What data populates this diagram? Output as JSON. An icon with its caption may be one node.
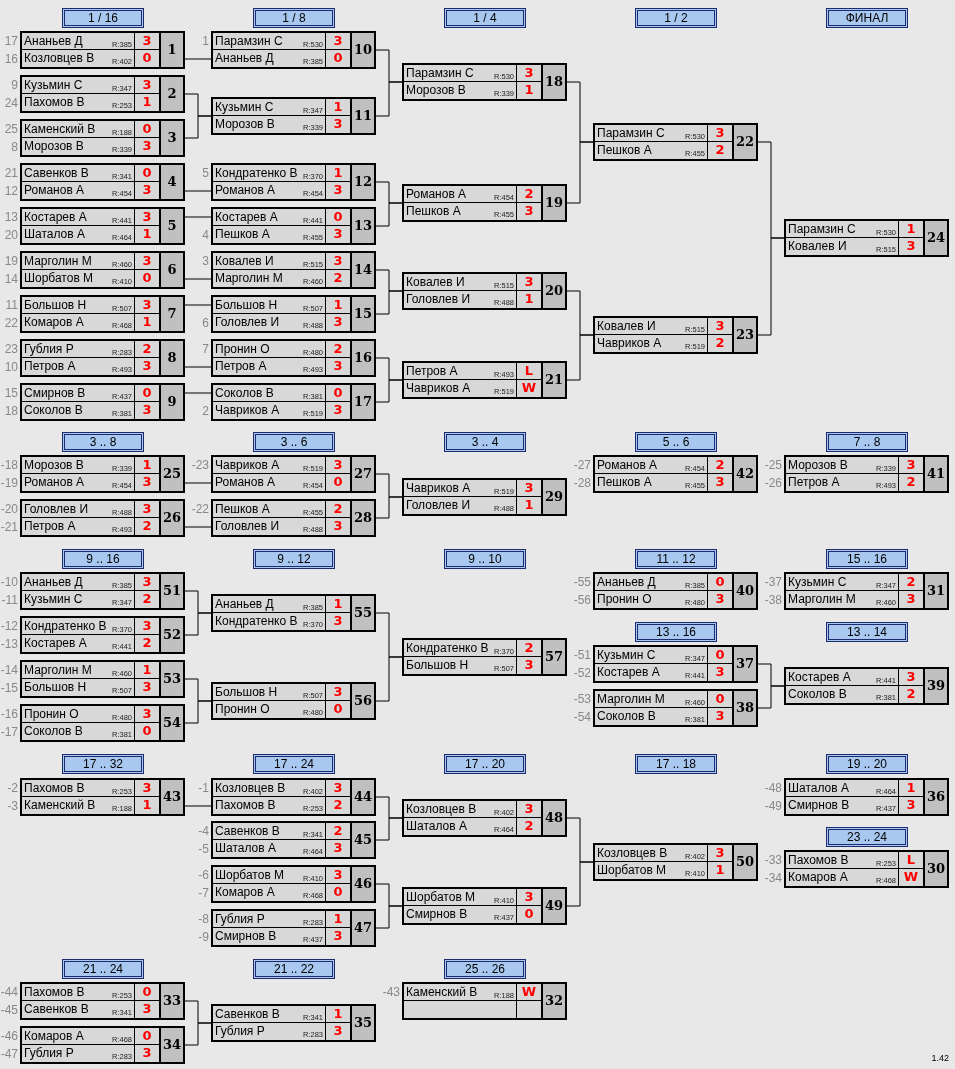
{
  "diagram": {
    "nodes": [
      {
        "text": [
          "1 / 16"
        ]
      },
      {
        "text": [
          "1 / 8"
        ]
      },
      {
        "text": [
          "1 / 4"
        ]
      },
      {
        "text": [
          "1 / 2"
        ]
      },
      {
        "text": [
          "ФИНАЛ"
        ]
      },
      {
        "text": [
          "Ананьев Д",
          "R:385",
          "3",
          "Козловцев В",
          "R:402",
          "0",
          "1"
        ],
        "beside": [
          "17",
          "16"
        ]
      },
      {
        "text": [
          "Кузьмин С",
          "R:347",
          "3",
          "Пахомов В",
          "R:253",
          "1",
          "2"
        ],
        "beside": [
          "9",
          "24"
        ]
      },
      {
        "text": [
          "Каменский В",
          "R:188",
          "0",
          "Морозов В",
          "R:339",
          "3",
          "3"
        ],
        "beside": [
          "25",
          "8"
        ]
      },
      {
        "text": [
          "Савенков В",
          "R:341",
          "0",
          "Романов А",
          "R:454",
          "3",
          "4"
        ],
        "beside": [
          "21",
          "12"
        ]
      },
      {
        "text": [
          "Костарев А",
          "R:441",
          "3",
          "Шаталов А",
          "R:464",
          "1",
          "5"
        ],
        "beside": [
          "13",
          "20"
        ]
      },
      {
        "text": [
          "Марголин М",
          "R:460",
          "3",
          "Шорбатов М",
          "R:410",
          "0",
          "6"
        ],
        "beside": [
          "19",
          "14"
        ]
      },
      {
        "text": [
          "Большов Н",
          "R:507",
          "3",
          "Комаров А",
          "R:468",
          "1",
          "7"
        ],
        "beside": [
          "11",
          "22"
        ]
      },
      {
        "text": [
          "Гублия Р",
          "R:283",
          "2",
          "Петров А",
          "R:493",
          "3",
          "8"
        ],
        "beside": [
          "23",
          "10"
        ]
      },
      {
        "text": [
          "Смирнов В",
          "R:437",
          "0",
          "Соколов В",
          "R:381",
          "3",
          "9"
        ],
        "beside": [
          "15",
          "18"
        ]
      },
      {
        "text": [
          "Парамзин С",
          "R:530",
          "3",
          "Ананьев Д",
          "R:385",
          "0",
          "10"
        ],
        "beside": [
          "1"
        ]
      },
      {
        "text": [
          "Кузьмин С",
          "R:347",
          "1",
          "Морозов В",
          "R:339",
          "3",
          "11"
        ]
      },
      {
        "text": [
          "Кондратенко В",
          "R:370",
          "1",
          "Романов А",
          "R:454",
          "3",
          "12"
        ],
        "beside": [
          "5"
        ]
      },
      {
        "text": [
          "Костарев А",
          "R:441",
          "0",
          "Пешков А",
          "R:455",
          "3",
          "13"
        ],
        "beside": [
          "4"
        ]
      },
      {
        "text": [
          "Ковалев И",
          "R:515",
          "3",
          "Марголин М",
          "R:460",
          "2",
          "14"
        ],
        "beside": [
          "3"
        ]
      },
      {
        "text": [
          "Большов Н",
          "R:507",
          "1",
          "Головлев И",
          "R:488",
          "3",
          "15"
        ],
        "beside": [
          "6"
        ]
      },
      {
        "text": [
          "Пронин О",
          "R:480",
          "2",
          "Петров А",
          "R:493",
          "3",
          "16"
        ],
        "beside": [
          "7"
        ]
      },
      {
        "text": [
          "Соколов В",
          "R:381",
          "0",
          "Чавриков А",
          "R:519",
          "3",
          "17"
        ],
        "beside": [
          "2"
        ]
      },
      {
        "text": [
          "Парамзин С",
          "R:530",
          "3",
          "Морозов В",
          "R:339",
          "1",
          "18"
        ]
      },
      {
        "text": [
          "Романов А",
          "R:454",
          "2",
          "Пешков А",
          "R:455",
          "3",
          "19"
        ]
      },
      {
        "text": [
          "Ковалев И",
          "R:515",
          "3",
          "Головлев И",
          "R:488",
          "1",
          "20"
        ]
      },
      {
        "text": [
          "Петров А",
          "R:493",
          "L",
          "Чавриков А",
          "R:519",
          "W",
          "21"
        ]
      },
      {
        "text": [
          "Парамзин С",
          "R:530",
          "3",
          "Пешков А",
          "R:455",
          "2",
          "22"
        ]
      },
      {
        "text": [
          "Ковалев И",
          "R:515",
          "3",
          "Чавриков А",
          "R:519",
          "2",
          "23"
        ]
      },
      {
        "text": [
          "Парамзин С",
          "R:530",
          "1",
          "Ковалев И",
          "R:515",
          "3",
          "24"
        ]
      },
      {
        "text": [
          "3 .. 8"
        ]
      },
      {
        "text": [
          "3 .. 6"
        ]
      },
      {
        "text": [
          "3 .. 4"
        ]
      },
      {
        "text": [
          "5 .. 6"
        ]
      },
      {
        "text": [
          "7 .. 8"
        ]
      },
      {
        "text": [
          "Морозов В",
          "R:339",
          "1",
          "Романов А",
          "R:454",
          "3",
          "25"
        ],
        "beside": [
          "-18",
          "-19"
        ]
      },
      {
        "text": [
          "Головлев И",
          "R:488",
          "3",
          "Петров А",
          "R:493",
          "2",
          "26"
        ],
        "beside": [
          "-20",
          "-21"
        ]
      },
      {
        "text": [
          "Чавриков А",
          "R:519",
          "3",
          "Романов А",
          "R:454",
          "0",
          "27"
        ],
        "beside": [
          "-23"
        ]
      },
      {
        "text": [
          "Пешков А",
          "R:455",
          "2",
          "Головлев И",
          "R:488",
          "3",
          "28"
        ],
        "beside": [
          "-22"
        ]
      },
      {
        "text": [
          "Чавриков А",
          "R:519",
          "3",
          "Головлев И",
          "R:488",
          "1",
          "29"
        ]
      },
      {
        "text": [
          "Романов А",
          "R:454",
          "2",
          "Пешков А",
          "R:455",
          "3",
          "42"
        ],
        "beside": [
          "-27",
          "-28"
        ]
      },
      {
        "text": [
          "Морозов В",
          "R:339",
          "3",
          "Петров А",
          "R:493",
          "2",
          "41"
        ],
        "beside": [
          "-25",
          "-26"
        ]
      },
      {
        "text": [
          "9 .. 16"
        ]
      },
      {
        "text": [
          "9 .. 12"
        ]
      },
      {
        "text": [
          "9 .. 10"
        ]
      },
      {
        "text": [
          "11 .. 12"
        ]
      },
      {
        "text": [
          "15 .. 16"
        ]
      },
      {
        "text": [
          "Ананьев Д",
          "R:385",
          "3",
          "Кузьмин С",
          "R:347",
          "2",
          "51"
        ],
        "beside": [
          "-10",
          "-11"
        ]
      },
      {
        "text": [
          "Кондратенко В",
          "R:370",
          "3",
          "Костарев А",
          "R:441",
          "2",
          "52"
        ],
        "beside": [
          "-12",
          "-13"
        ]
      },
      {
        "text": [
          "Марголин М",
          "R:460",
          "1",
          "Большов Н",
          "R:507",
          "3",
          "53"
        ],
        "beside": [
          "-14",
          "-15"
        ]
      },
      {
        "text": [
          "Пронин О",
          "R:480",
          "3",
          "Соколов В",
          "R:381",
          "0",
          "54"
        ],
        "beside": [
          "-16",
          "-17"
        ]
      },
      {
        "text": [
          "Ананьев Д",
          "R:385",
          "1",
          "Кондратенко В",
          "R:370",
          "3",
          "55"
        ]
      },
      {
        "text": [
          "Большов Н",
          "R:507",
          "3",
          "Пронин О",
          "R:480",
          "0",
          "56"
        ]
      },
      {
        "text": [
          "Кондратенко В",
          "R:370",
          "2",
          "Большов Н",
          "R:507",
          "3",
          "57"
        ]
      },
      {
        "text": [
          "Ананьев Д",
          "R:385",
          "0",
          "Пронин О",
          "R:480",
          "3",
          "40"
        ],
        "beside": [
          "-55",
          "-56"
        ]
      },
      {
        "text": [
          "Кузьмин С",
          "R:347",
          "2",
          "Марголин М",
          "R:460",
          "3",
          "31"
        ],
        "beside": [
          "-37",
          "-38"
        ]
      },
      {
        "text": [
          "13 .. 16"
        ]
      },
      {
        "text": [
          "13 .. 14"
        ]
      },
      {
        "text": [
          "Кузьмин С",
          "R:347",
          "0",
          "Костарев А",
          "R:441",
          "3",
          "37"
        ],
        "beside": [
          "-51",
          "-52"
        ]
      },
      {
        "text": [
          "Марголин М",
          "R:460",
          "0",
          "Соколов В",
          "R:381",
          "3",
          "38"
        ],
        "beside": [
          "-53",
          "-54"
        ]
      },
      {
        "text": [
          "Костарев А",
          "R:441",
          "3",
          "Соколов В",
          "R:381",
          "2",
          "39"
        ]
      },
      {
        "text": [
          "17 .. 32"
        ]
      },
      {
        "text": [
          "17 .. 24"
        ]
      },
      {
        "text": [
          "17 .. 20"
        ]
      },
      {
        "text": [
          "17 .. 18"
        ]
      },
      {
        "text": [
          "19 .. 20"
        ]
      },
      {
        "text": [
          "Пахомов В",
          "R:253",
          "3",
          "Каменский В",
          "R:188",
          "1",
          "43"
        ],
        "beside": [
          "-2",
          "-3"
        ]
      },
      {
        "text": [
          "Козловцев В",
          "R:402",
          "3",
          "Пахомов В",
          "R:253",
          "2",
          "44"
        ],
        "beside": [
          "-1"
        ]
      },
      {
        "text": [
          "Савенков В",
          "R:341",
          "2",
          "Шаталов А",
          "R:464",
          "3",
          "45"
        ],
        "beside": [
          "-4",
          "-5"
        ]
      },
      {
        "text": [
          "Шорбатов М",
          "R:410",
          "3",
          "Комаров А",
          "R:468",
          "0",
          "46"
        ],
        "beside": [
          "-6",
          "-7"
        ]
      },
      {
        "text": [
          "Гублия Р",
          "R:283",
          "1",
          "Смирнов В",
          "R:437",
          "3",
          "47"
        ],
        "beside": [
          "-8",
          "-9"
        ]
      },
      {
        "text": [
          "Козловцев В",
          "R:402",
          "3",
          "Шаталов А",
          "R:464",
          "2",
          "48"
        ]
      },
      {
        "text": [
          "Шорбатов М",
          "R:410",
          "3",
          "Смирнов В",
          "R:437",
          "0",
          "49"
        ]
      },
      {
        "text": [
          "Козловцев В",
          "R:402",
          "3",
          "Шорбатов М",
          "R:410",
          "1",
          "50"
        ]
      },
      {
        "text": [
          "Шаталов А",
          "R:464",
          "1",
          "Смирнов В",
          "R:437",
          "3",
          "36"
        ],
        "beside": [
          "-48",
          "-49"
        ]
      },
      {
        "text": [
          "23 .. 24"
        ]
      },
      {
        "text": [
          "Пахомов В",
          "R:253",
          "L",
          "Комаров А",
          "R:468",
          "W",
          "30"
        ],
        "beside": [
          "-33",
          "-34"
        ]
      },
      {
        "text": [
          "21 .. 24"
        ]
      },
      {
        "text": [
          "21 .. 22"
        ]
      },
      {
        "text": [
          "25 .. 26"
        ]
      },
      {
        "text": [
          "Пахомов В",
          "R:253",
          "0",
          "Савенков В",
          "R:341",
          "3",
          "33"
        ],
        "beside": [
          "-44",
          "-45"
        ]
      },
      {
        "text": [
          "Комаров А",
          "R:468",
          "0",
          "Гублия Р",
          "R:283",
          "3",
          "34"
        ],
        "beside": [
          "-46",
          "-47"
        ]
      },
      {
        "text": [
          "Савенков В",
          "R:341",
          "1",
          "Гублия Р",
          "R:283",
          "3",
          "35"
        ]
      },
      {
        "text": [
          "Каменский В",
          "R:188",
          "W",
          "32"
        ],
        "beside": [
          "-43"
        ]
      }
    ],
    "edges": [
      {
        "from": 5,
        "to": 14,
        "arrow": "none"
      },
      {
        "from": 6,
        "to": 15,
        "arrow": "none"
      },
      {
        "from": 7,
        "to": 15,
        "arrow": "none"
      },
      {
        "from": 8,
        "to": 16,
        "arrow": "none"
      },
      {
        "from": 9,
        "to": 17,
        "arrow": "none"
      },
      {
        "from": 10,
        "to": 18,
        "arrow": "none"
      },
      {
        "from": 11,
        "to": 19,
        "arrow": "none"
      },
      {
        "from": 12,
        "to": 20,
        "arrow": "none"
      },
      {
        "from": 13,
        "to": 21,
        "arrow": "none"
      },
      {
        "from": 14,
        "to": 22,
        "arrow": "none"
      },
      {
        "from": 15,
        "to": 22,
        "arrow": "none"
      },
      {
        "from": 16,
        "to": 23,
        "arrow": "none"
      },
      {
        "from": 17,
        "to": 23,
        "arrow": "none"
      },
      {
        "from": 18,
        "to": 24,
        "arrow": "none"
      },
      {
        "from": 19,
        "to": 24,
        "arrow": "none"
      },
      {
        "from": 20,
        "to": 25,
        "arrow": "none"
      },
      {
        "from": 21,
        "to": 25,
        "arrow": "none"
      },
      {
        "from": 22,
        "to": 26,
        "arrow": "none"
      },
      {
        "from": 23,
        "to": 26,
        "arrow": "none"
      },
      {
        "from": 24,
        "to": 27,
        "arrow": "none"
      },
      {
        "from": 25,
        "to": 27,
        "arrow": "none"
      },
      {
        "from": 26,
        "to": 28,
        "arrow": "none"
      },
      {
        "from": 27,
        "to": 28,
        "arrow": "none"
      },
      {
        "from": 34,
        "to": 36,
        "arrow": "none"
      },
      {
        "from": 35,
        "to": 37,
        "arrow": "none"
      },
      {
        "from": 36,
        "to": 38,
        "arrow": "none"
      },
      {
        "from": 37,
        "to": 38,
        "arrow": "none"
      },
      {
        "from": 46,
        "to": 50,
        "arrow": "none"
      },
      {
        "from": 47,
        "to": 50,
        "arrow": "none"
      },
      {
        "from": 48,
        "to": 51,
        "arrow": "none"
      },
      {
        "from": 49,
        "to": 51,
        "arrow": "none"
      },
      {
        "from": 50,
        "to": 52,
        "arrow": "none"
      },
      {
        "from": 51,
        "to": 52,
        "arrow": "none"
      },
      {
        "from": 57,
        "to": 59,
        "arrow": "none"
      },
      {
        "from": 58,
        "to": 59,
        "arrow": "none"
      },
      {
        "from": 65,
        "to": 66,
        "arrow": "none"
      },
      {
        "from": 66,
        "to": 70,
        "arrow": "none"
      },
      {
        "from": 67,
        "to": 70,
        "arrow": "none"
      },
      {
        "from": 68,
        "to": 71,
        "arrow": "none"
      },
      {
        "from": 69,
        "to": 71,
        "arrow": "none"
      },
      {
        "from": 70,
        "to": 72,
        "arrow": "none"
      },
      {
        "from": 71,
        "to": 72,
        "arrow": "none"
      },
      {
        "from": 79,
        "to": 81,
        "arrow": "none"
      },
      {
        "from": 80,
        "to": 81,
        "arrow": "none"
      }
    ],
    "labels": [
      "1.42"
    ]
  }
}
